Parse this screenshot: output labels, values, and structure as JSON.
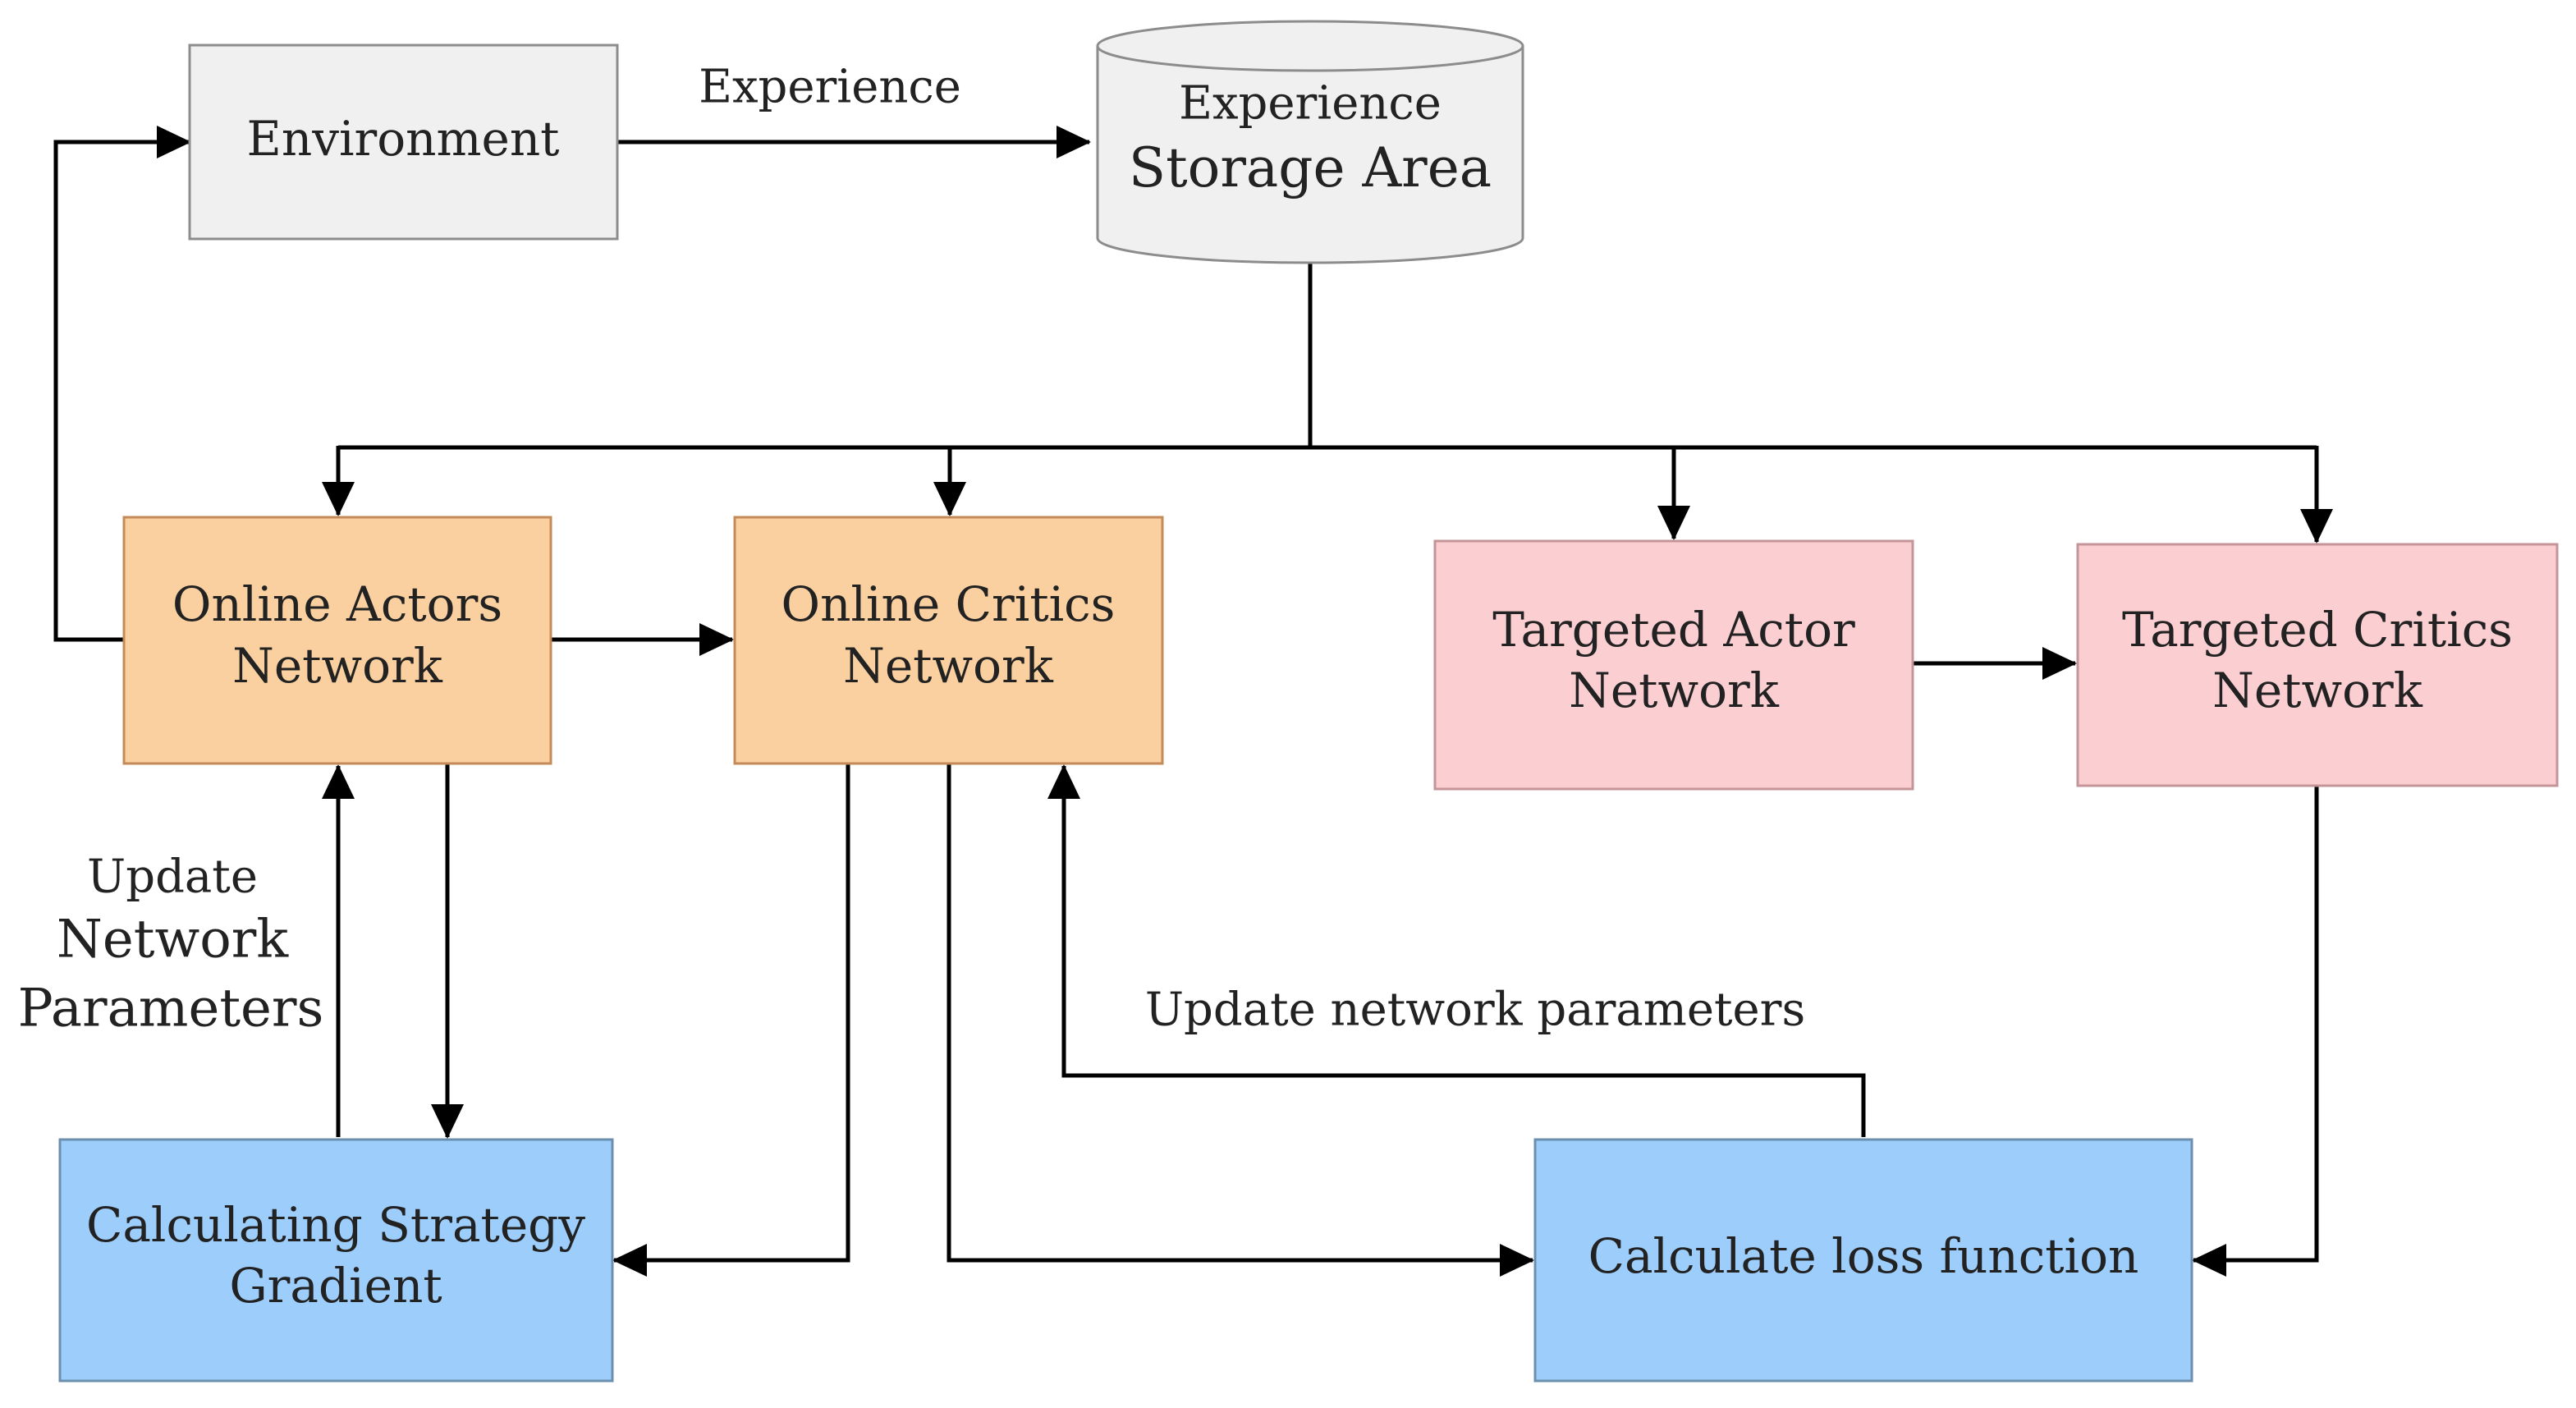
{
  "colors": {
    "gray_fill": "#f0f0f0",
    "gray_stroke": "#8c8c8c",
    "orange_fill": "#fad0a0",
    "orange_stroke": "#c48a5a",
    "pink_fill": "#fbcfd2",
    "pink_stroke": "#c49498",
    "blue_fill": "#9dcdfb",
    "blue_stroke": "#6d8fae",
    "edge": "#000000"
  },
  "nodes": {
    "environment": {
      "label": "Environment"
    },
    "storage": {
      "line1": "Experience",
      "line2": "Storage Area"
    },
    "online_actors": {
      "line1": "Online Actors",
      "line2": "Network"
    },
    "online_critics": {
      "line1": "Online Critics",
      "line2": "Network"
    },
    "targeted_actor": {
      "line1": "Targeted Actor",
      "line2": "Network"
    },
    "targeted_critics": {
      "line1": "Targeted Critics",
      "line2": "Network"
    },
    "strategy_gradient": {
      "line1": "Calculating Strategy",
      "line2": "Gradient"
    },
    "loss_function": {
      "label": "Calculate loss function"
    }
  },
  "edge_labels": {
    "experience": "Experience",
    "update_network_parameters_left": {
      "line1": "Update",
      "line2": "Network",
      "line3": "Parameters"
    },
    "update_network_parameters_right": "Update network parameters"
  }
}
